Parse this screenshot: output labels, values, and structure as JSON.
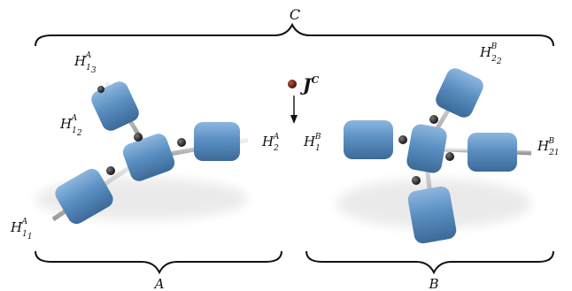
{
  "labels": {
    "group_c": "C",
    "group_a": "A",
    "group_b": "B",
    "token_symbol": "J",
    "token_sup": "C"
  },
  "cluster_a": [
    {
      "base": "H",
      "sub": "3",
      "sup": "A",
      "inner_sub": "1"
    },
    {
      "base": "H",
      "sub": "2",
      "sup": "A",
      "inner_sub": "1"
    },
    {
      "base": "H",
      "sub": "2",
      "sup": "A",
      "inner_sub": ""
    },
    {
      "base": "H",
      "sub": "1",
      "sup": "A",
      "inner_sub": "1"
    }
  ],
  "cluster_b": [
    {
      "base": "H",
      "sub": "2",
      "sup": "B",
      "inner_sub": "2"
    },
    {
      "base": "H",
      "sub": "1",
      "sup": "B",
      "inner_sub": ""
    },
    {
      "base": "H",
      "sub": "21",
      "sup": "B",
      "inner_sub": ""
    }
  ],
  "colors": {
    "block": "#5a8fc2",
    "block_dark": "#3f6f9e",
    "block_light": "#86b1da",
    "joint": "#1a1a1a",
    "rod": "#c9c9c9",
    "token": "#6b1a12"
  }
}
